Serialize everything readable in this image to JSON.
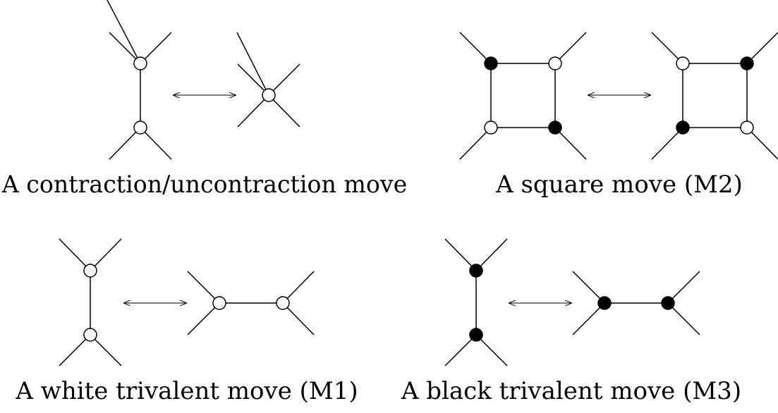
{
  "figure": {
    "panels": [
      {
        "id": "contraction",
        "caption": "A contraction/uncontraction move"
      },
      {
        "id": "square",
        "caption": "A square move (M2)"
      },
      {
        "id": "white-trivalent",
        "caption": "A white trivalent move (M1)"
      },
      {
        "id": "black-trivalent",
        "caption": "A black trivalent move (M3)"
      }
    ],
    "colors": {
      "stroke": "#000000",
      "white_vertex": "#ffffff",
      "black_vertex": "#000000"
    }
  }
}
